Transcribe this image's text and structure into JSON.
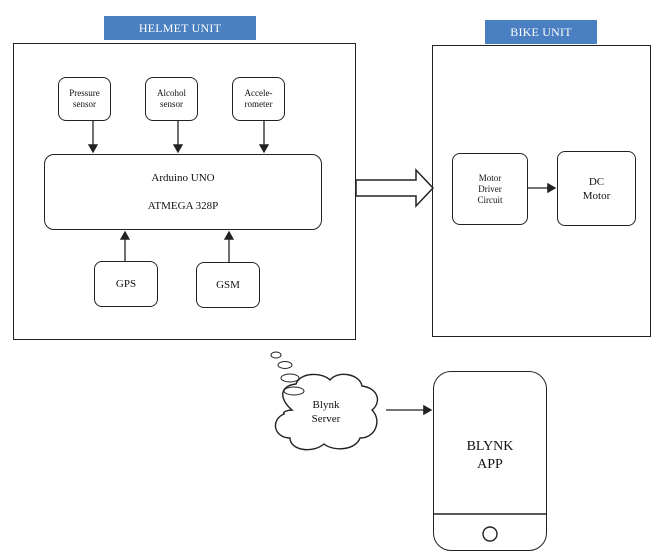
{
  "helmet_unit": {
    "title": "HELMET UNIT",
    "sensors": [
      {
        "line1": "Pressure",
        "line2": "sensor"
      },
      {
        "line1": "Alcohol",
        "line2": "sensor"
      },
      {
        "line1": "Accele-",
        "line2": "rometer"
      }
    ],
    "controller": {
      "line1": "Arduino UNO",
      "line2": "ATMEGA 328P"
    },
    "modules": [
      "GPS",
      "GSM"
    ]
  },
  "bike_unit": {
    "title": "BIKE UNIT",
    "driver": {
      "line1": "Motor",
      "line2": "Driver",
      "line3": "Circuit"
    },
    "motor": {
      "line1": "DC",
      "line2": "Motor"
    }
  },
  "cloud": {
    "line1": "Blynk",
    "line2": "Server"
  },
  "app": {
    "line1": "BLYNK",
    "line2": "APP"
  },
  "colors": {
    "tag_bg": "#4a7fc1",
    "tag_text": "#ffffff",
    "stroke": "#222222"
  }
}
